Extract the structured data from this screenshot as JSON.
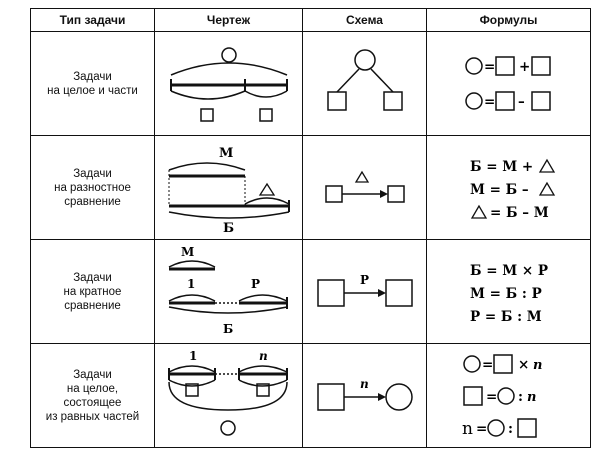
{
  "headers": [
    "Тип задачи",
    "Чертеж",
    "Схема",
    "Формулы"
  ],
  "rows": [
    {
      "type": "Задачи\nна целое и части",
      "formulas": [
        "=",
        "+",
        "=",
        "–"
      ]
    },
    {
      "type": "Задачи\nна разностное\nсравнение",
      "drawing_labels": [
        "М",
        "Б"
      ],
      "formulas": [
        "Б = М +",
        "М = Б –",
        "= Б – М"
      ]
    },
    {
      "type": "Задачи\nна кратное\nсравнение",
      "drawing_labels": [
        "М",
        "1",
        "Р",
        "Б"
      ],
      "scheme_label": "Р",
      "formulas": [
        "Б = М × Р",
        "М = Б : Р",
        "Р = Б : М"
      ]
    },
    {
      "type": "Задачи\nна целое,\nсостоящее\nиз равных частей",
      "drawing_labels": [
        "1",
        "n"
      ],
      "scheme_label": "n",
      "formulas": [
        "×",
        "n",
        "=",
        ":",
        "n",
        "n",
        "=",
        ":"
      ]
    }
  ]
}
